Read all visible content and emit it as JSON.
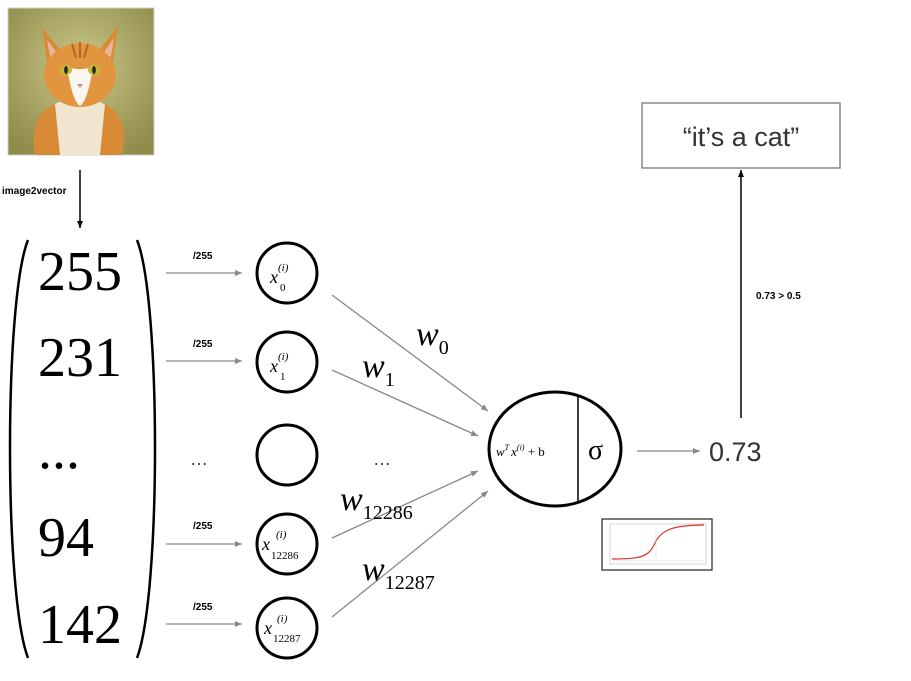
{
  "input": {
    "image_caption": "image2vector",
    "vector_values": [
      "255",
      "231",
      "...",
      "94",
      "142"
    ]
  },
  "normalize_label": "/255",
  "ellipsis": "…",
  "inputs": [
    {
      "base": "x",
      "sup": "(i)",
      "sub": "0"
    },
    {
      "base": "x",
      "sup": "(i)",
      "sub": "1"
    },
    {
      "base": "",
      "sup": "",
      "sub": ""
    },
    {
      "base": "x",
      "sup": "(i)",
      "sub": "12286"
    },
    {
      "base": "x",
      "sup": "(i)",
      "sub": "12287"
    }
  ],
  "weights": [
    {
      "base": "w",
      "sub": "0"
    },
    {
      "base": "w",
      "sub": "1"
    },
    {
      "base": "w",
      "sub": "12286"
    },
    {
      "base": "w",
      "sub": "12287"
    }
  ],
  "neuron": {
    "linear": {
      "w": "w",
      "wsup": "T",
      "x": "x",
      "xsup": "(i)",
      "rest": " + b"
    },
    "activation": "σ"
  },
  "output": {
    "value": "0.73",
    "threshold_label": "0.73 > 0.5",
    "prediction": "“it’s a cat”"
  },
  "colors": {
    "arrow_gray": "#888888",
    "stroke": "#000000",
    "sigmoid_curve": "#e03030",
    "cat_orange": "#d98a35"
  },
  "icons": [
    "cat-photo",
    "sigmoid-plot-thumbnail"
  ]
}
